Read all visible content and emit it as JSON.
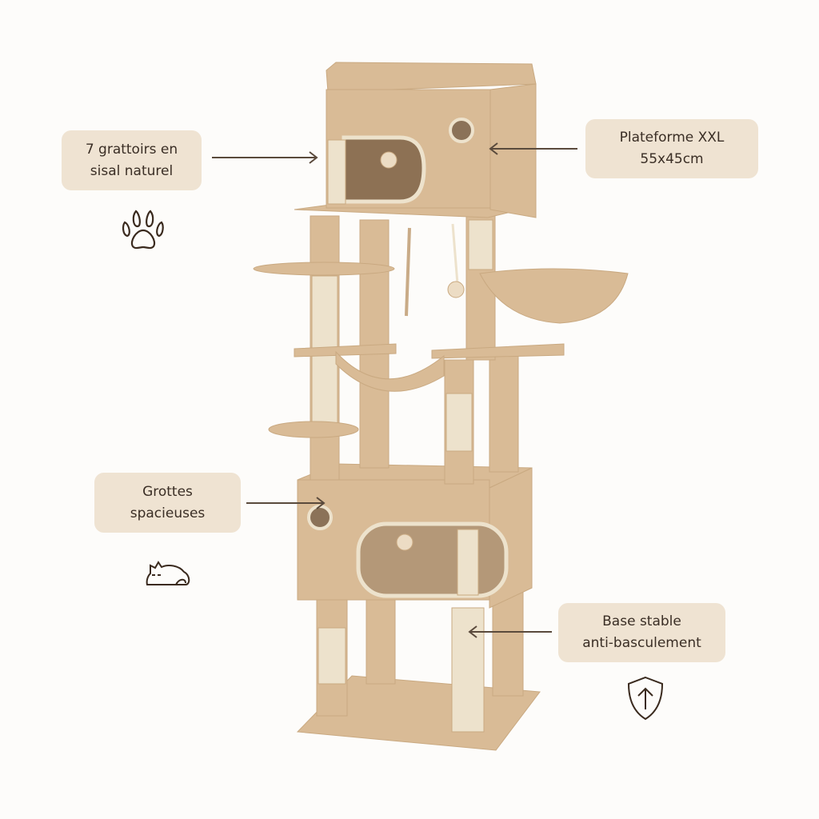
{
  "callouts": [
    {
      "line1": "7 grattoirs en",
      "line2": "sisal naturel",
      "icon": "paw-icon"
    },
    {
      "line1": "Plateforme XXL",
      "line2": "55x45cm"
    },
    {
      "line1": "Grottes",
      "line2": "spacieuses",
      "icon": "sleeping-cat-icon"
    },
    {
      "line1": "Base stable",
      "line2": "anti-basculement",
      "icon": "shield-arrow-icon"
    }
  ],
  "colors": {
    "box": "#efe3d2",
    "text": "#3a2e25",
    "plush": "#d9bb96",
    "sisal": "#ede2cc"
  }
}
